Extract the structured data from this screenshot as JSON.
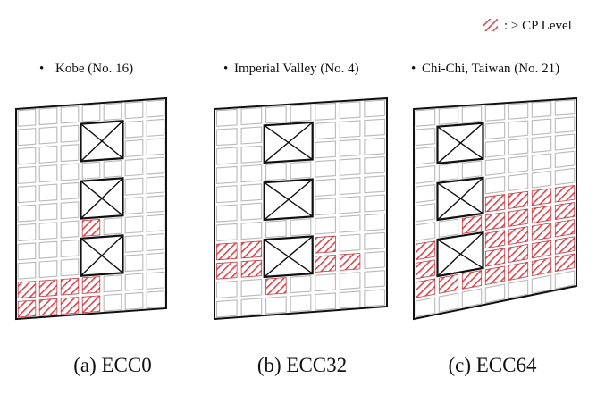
{
  "legend": {
    "label": ": > CP Level",
    "color": "#d9474f"
  },
  "panels": [
    {
      "earthquake": "Kobe (No. 16)",
      "caption": "(a) ECC0",
      "openings": [
        [
          3,
          1
        ],
        [
          3,
          4
        ],
        [
          3,
          7
        ]
      ],
      "hatched": [
        [
          3,
          5
        ],
        [
          3,
          6
        ],
        [
          0,
          9
        ],
        [
          1,
          9
        ],
        [
          2,
          9
        ],
        [
          3,
          9
        ],
        [
          0,
          10
        ],
        [
          1,
          10
        ],
        [
          2,
          10
        ],
        [
          3,
          10
        ]
      ]
    },
    {
      "earthquake": "Imperial Valley (No. 4)",
      "caption": "(b) ECC32",
      "openings": [
        [
          2,
          1
        ],
        [
          2,
          4
        ],
        [
          2,
          7
        ]
      ],
      "hatched": [
        [
          0,
          7
        ],
        [
          1,
          7
        ],
        [
          3,
          7
        ],
        [
          4,
          7
        ],
        [
          0,
          8
        ],
        [
          1,
          8
        ],
        [
          3,
          8
        ],
        [
          4,
          8
        ],
        [
          5,
          8
        ],
        [
          2,
          9
        ]
      ]
    },
    {
      "earthquake": "Chi-Chi, Taiwan (No. 21)",
      "caption": "(c) ECC64",
      "openings": [
        [
          1,
          1
        ],
        [
          1,
          4
        ],
        [
          1,
          7
        ]
      ],
      "hatched": [
        [
          3,
          5
        ],
        [
          4,
          5
        ],
        [
          5,
          5
        ],
        [
          6,
          5
        ],
        [
          2,
          6
        ],
        [
          3,
          6
        ],
        [
          4,
          6
        ],
        [
          5,
          6
        ],
        [
          6,
          6
        ],
        [
          0,
          7
        ],
        [
          2,
          7
        ],
        [
          3,
          7
        ],
        [
          4,
          7
        ],
        [
          5,
          7
        ],
        [
          6,
          7
        ],
        [
          0,
          8
        ],
        [
          2,
          8
        ],
        [
          3,
          8
        ],
        [
          4,
          8
        ],
        [
          5,
          8
        ],
        [
          6,
          8
        ],
        [
          0,
          9
        ],
        [
          1,
          9
        ],
        [
          2,
          9
        ],
        [
          3,
          9
        ],
        [
          4,
          9
        ],
        [
          5,
          9
        ],
        [
          6,
          9
        ]
      ]
    }
  ],
  "colors": {
    "hatch": "#d9474f",
    "wall_outline": "#111111",
    "grid": "#b9b9b9"
  }
}
